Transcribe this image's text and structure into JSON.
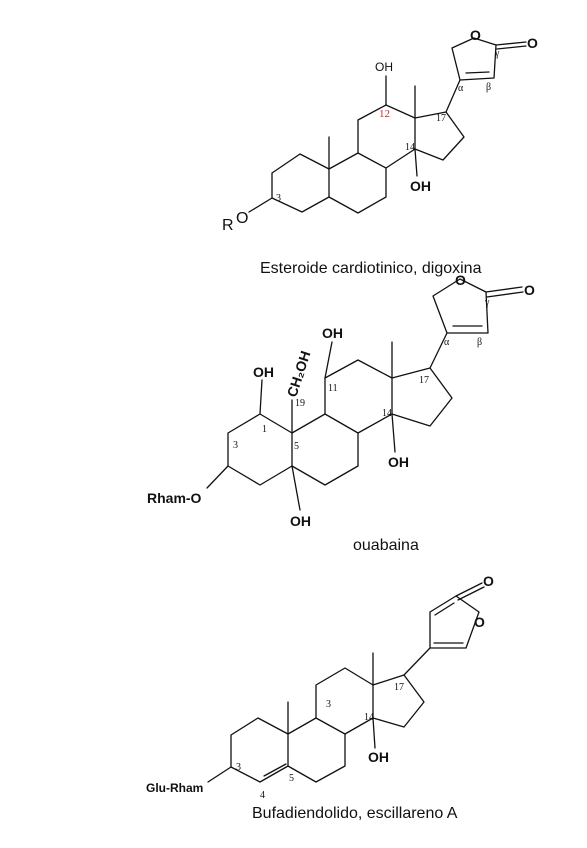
{
  "diagram": {
    "digoxin": {
      "caption": "Esteroide cardiotinico, digoxina",
      "oh_top": "OH",
      "oh_14": "OH",
      "r_group": "R",
      "o_ring": "O",
      "o_carbonyl": "O",
      "o_ester": "O",
      "pos_3": "3",
      "pos_12": "12",
      "pos_14": "14",
      "pos_17": "17",
      "alpha": "α",
      "beta": "β",
      "gamma": "γ",
      "colors": {
        "highlight": "#e02020"
      }
    },
    "ouabain": {
      "caption": "ouabaina",
      "oh_1": "OH",
      "oh_11": "OH",
      "ch2oh_group": "CH₂OH",
      "oh_14": "OH",
      "oh_5": "OH",
      "sugar": "Rham-O",
      "o_ring": "O",
      "o_carbonyl": "O",
      "pos_1": "1",
      "pos_3": "3",
      "pos_5": "5",
      "pos_11": "11",
      "pos_14": "14",
      "pos_17": "17",
      "pos_19": "19",
      "alpha": "α",
      "beta": "β",
      "gamma": "γ"
    },
    "bufadienolide": {
      "caption": "Bufadiendolido, escillareno A",
      "sugar": "Glu-Rham",
      "oh_14": "OH",
      "o_ring": "O",
      "o_carbonyl": "O",
      "pos_3": "3",
      "pos_3b": "3",
      "pos_4": "4",
      "pos_5": "5",
      "pos_14": "14",
      "pos_17": "17"
    }
  }
}
